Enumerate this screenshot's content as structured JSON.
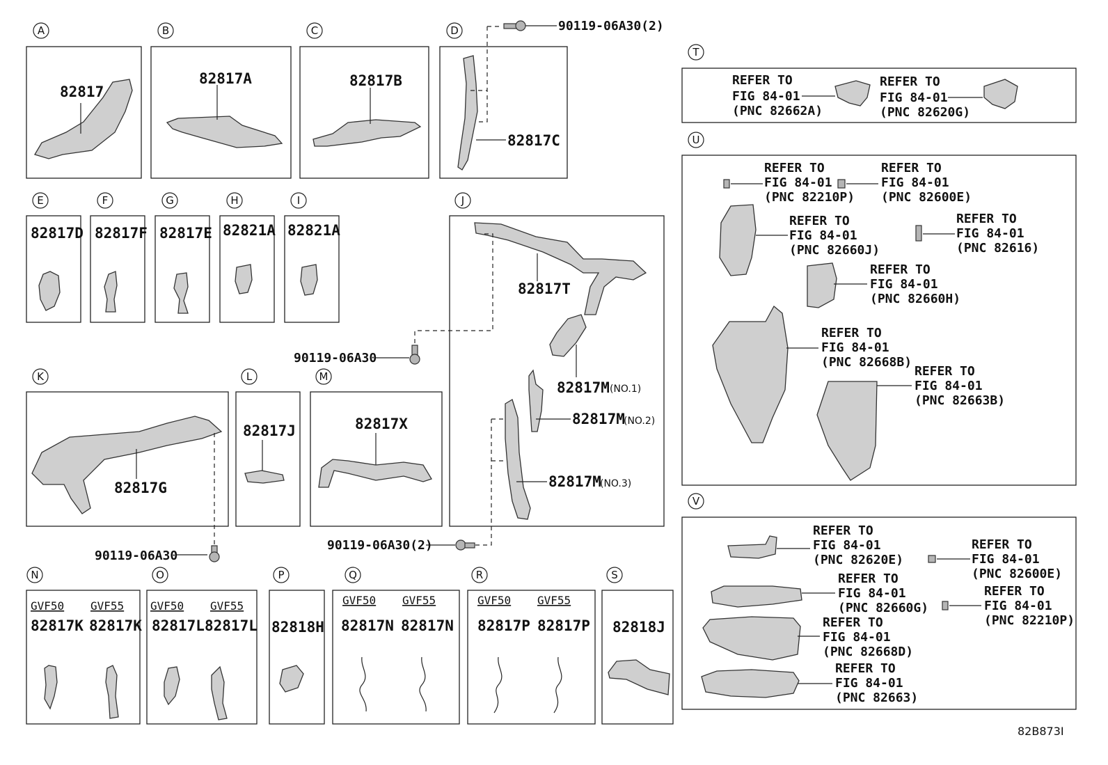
{
  "sections": [
    {
      "id": "A",
      "parts": [
        "82817"
      ]
    },
    {
      "id": "B",
      "parts": [
        "82817A"
      ]
    },
    {
      "id": "C",
      "parts": [
        "82817B"
      ]
    },
    {
      "id": "D",
      "parts": [
        "82817C"
      ]
    },
    {
      "id": "E",
      "parts": [
        "82817D"
      ]
    },
    {
      "id": "F",
      "parts": [
        "82817F"
      ]
    },
    {
      "id": "G",
      "parts": [
        "82817E"
      ]
    },
    {
      "id": "H",
      "parts": [
        "82821A"
      ]
    },
    {
      "id": "I",
      "parts": [
        "82821A"
      ]
    },
    {
      "id": "J",
      "parts": [
        "82817T",
        "82817M",
        "82817M",
        "82817M"
      ],
      "notes": [
        "(NO.1)",
        "(NO.2)",
        "(NO.3)"
      ]
    },
    {
      "id": "K",
      "parts": [
        "82817G"
      ]
    },
    {
      "id": "L",
      "parts": [
        "82817J"
      ]
    },
    {
      "id": "M",
      "parts": [
        "82817X"
      ]
    },
    {
      "id": "N",
      "variants": [
        "GVF50",
        "GVF55"
      ],
      "parts": [
        "82817K",
        "82817K"
      ]
    },
    {
      "id": "O",
      "variants": [
        "GVF50",
        "GVF55"
      ],
      "parts": [
        "82817L",
        "82817L"
      ]
    },
    {
      "id": "P",
      "parts": [
        "82818H"
      ]
    },
    {
      "id": "Q",
      "variants": [
        "GVF50",
        "GVF55"
      ],
      "parts": [
        "82817N",
        "82817N"
      ]
    },
    {
      "id": "R",
      "variants": [
        "GVF50",
        "GVF55"
      ],
      "parts": [
        "82817P",
        "82817P"
      ]
    },
    {
      "id": "S",
      "parts": [
        "82818J"
      ]
    },
    {
      "id": "T"
    },
    {
      "id": "U"
    },
    {
      "id": "V"
    }
  ],
  "fasteners": [
    "90119-06A30(2)",
    "90119-06A30",
    "90119-06A30",
    "90119-06A30(2)"
  ],
  "refer": {
    "l1": "REFER TO",
    "l2": "FIG 84-01"
  },
  "pncs": {
    "t1": "(PNC 82662A)",
    "t2": "(PNC 82620G)",
    "u1": "(PNC 82210P)",
    "u2": "(PNC 82600E)",
    "u3": "(PNC 82660J)",
    "u4": "(PNC 82616)",
    "u5": "(PNC 82660H)",
    "u6": "(PNC 82668B)",
    "u7": "(PNC 82663B)",
    "v1": "(PNC 82620E)",
    "v2": "(PNC 82600E)",
    "v3": "(PNC 82660G)",
    "v4": "(PNC 82210P)",
    "v5": "(PNC 82668D)",
    "v6": "(PNC 82663)"
  },
  "diagram_code": "82B873I"
}
